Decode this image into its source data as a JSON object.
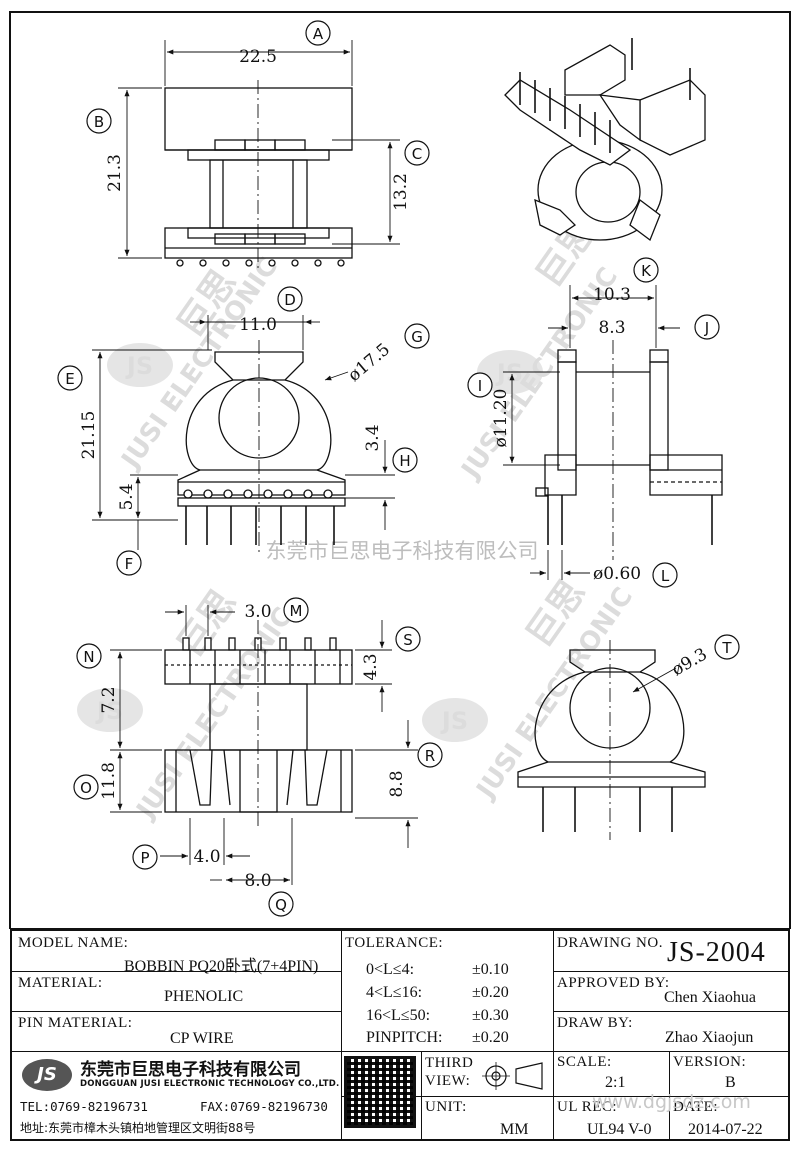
{
  "watermarks": {
    "logo": "JS",
    "brand_cn": "巨思",
    "brand_en": "JUSI ELECTRONIC",
    "company_center": "东莞市巨思电子科技有限公司",
    "website": "www.dgjsdz.com"
  },
  "views": {
    "top_view": {
      "dims": [
        {
          "id": "A",
          "value": "22.5"
        },
        {
          "id": "B",
          "value": "21.3"
        },
        {
          "id": "C",
          "value": "13.2"
        }
      ]
    },
    "front_view": {
      "dims": [
        {
          "id": "D",
          "value": "11.0"
        },
        {
          "id": "E",
          "value": "21.15"
        },
        {
          "id": "F",
          "value": "5.4"
        },
        {
          "id": "G",
          "value": "ø17.5"
        },
        {
          "id": "H",
          "value": "3.4"
        }
      ]
    },
    "side_view": {
      "dims": [
        {
          "id": "K",
          "value": "10.3"
        },
        {
          "id": "J",
          "value": "8.3"
        },
        {
          "id": "I",
          "value": "ø11.20"
        },
        {
          "id": "L",
          "value": "ø0.60"
        }
      ]
    },
    "bottom_view": {
      "dims": [
        {
          "id": "M",
          "value": "3.0"
        },
        {
          "id": "N",
          "value": "7.2"
        },
        {
          "id": "O",
          "value": "11.8"
        },
        {
          "id": "S",
          "value": "4.3"
        },
        {
          "id": "R",
          "value": "8.8"
        },
        {
          "id": "P",
          "value": "4.0"
        },
        {
          "id": "Q",
          "value": "8.0"
        }
      ]
    },
    "rear_view": {
      "dims": [
        {
          "id": "T",
          "value": "ø9.3"
        }
      ]
    }
  },
  "title_block": {
    "model_name_label": "MODEL NAME:",
    "model_name_value": "BOBBIN PQ20卧式(7+4PIN)",
    "material_label": "MATERIAL:",
    "material_value": "PHENOLIC",
    "pin_material_label": "PIN MATERIAL:",
    "pin_material_value": "CP WIRE",
    "tolerance_label": "TOLERANCE:",
    "tolerances": [
      {
        "range": "0<L≤4:",
        "value": "±0.10"
      },
      {
        "range": "4<L≤16:",
        "value": "±0.20"
      },
      {
        "range": "16<L≤50:",
        "value": "±0.30"
      },
      {
        "range": "PINPITCH:",
        "value": "±0.20"
      }
    ],
    "drawing_no_label": "DRAWING NO.",
    "drawing_no_value": "JS-2004",
    "approved_by_label": "APPROVED BY:",
    "approved_by_value": "Chen Xiaohua",
    "draw_by_label": "DRAW BY:",
    "draw_by_value": "Zhao Xiaojun",
    "company_cn": "东莞市巨思电子科技有限公司",
    "company_en": "DONGGUAN JUSI ELECTRONIC TECHNOLOGY CO.,LTD.",
    "tel": "TEL:0769-82196731",
    "fax": "FAX:0769-82196730",
    "address": "地址:东莞市樟木头镇柏地管理区文明街88号",
    "logo_text": "JS",
    "third_view_label_1": "THIRD",
    "third_view_label_2": "VIEW:",
    "unit_label": "UNIT:",
    "unit_value": "MM",
    "scale_label": "SCALE:",
    "scale_value": "2:1",
    "version_label": "VERSION:",
    "version_value": "B",
    "ul_rec_label": "UL REC:",
    "ul_rec_value": "UL94 V-0",
    "date_label": "DATE:",
    "date_value": "2014-07-22"
  }
}
